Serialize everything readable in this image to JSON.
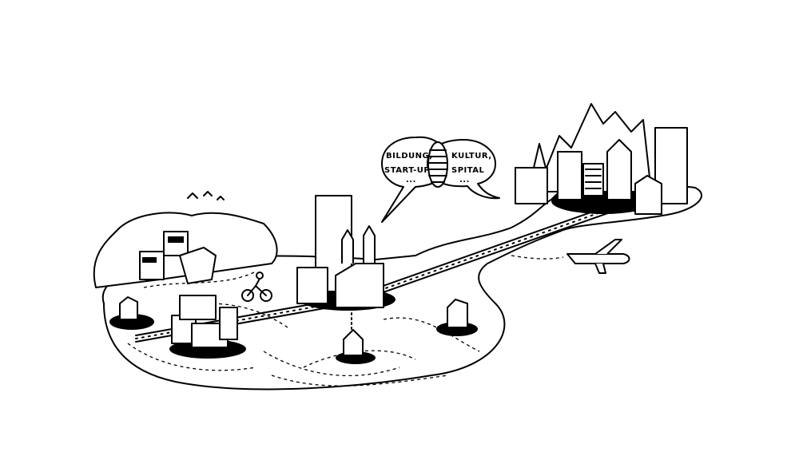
{
  "bubbles": {
    "left": {
      "line1": "BILDUNG,",
      "line2": "START-UP",
      "line3": "..."
    },
    "right": {
      "line1": "KULTUR,",
      "line2": "SPITAL",
      "line3": "..."
    }
  },
  "colors": {
    "ink": "#000000",
    "paper": "#ffffff"
  }
}
